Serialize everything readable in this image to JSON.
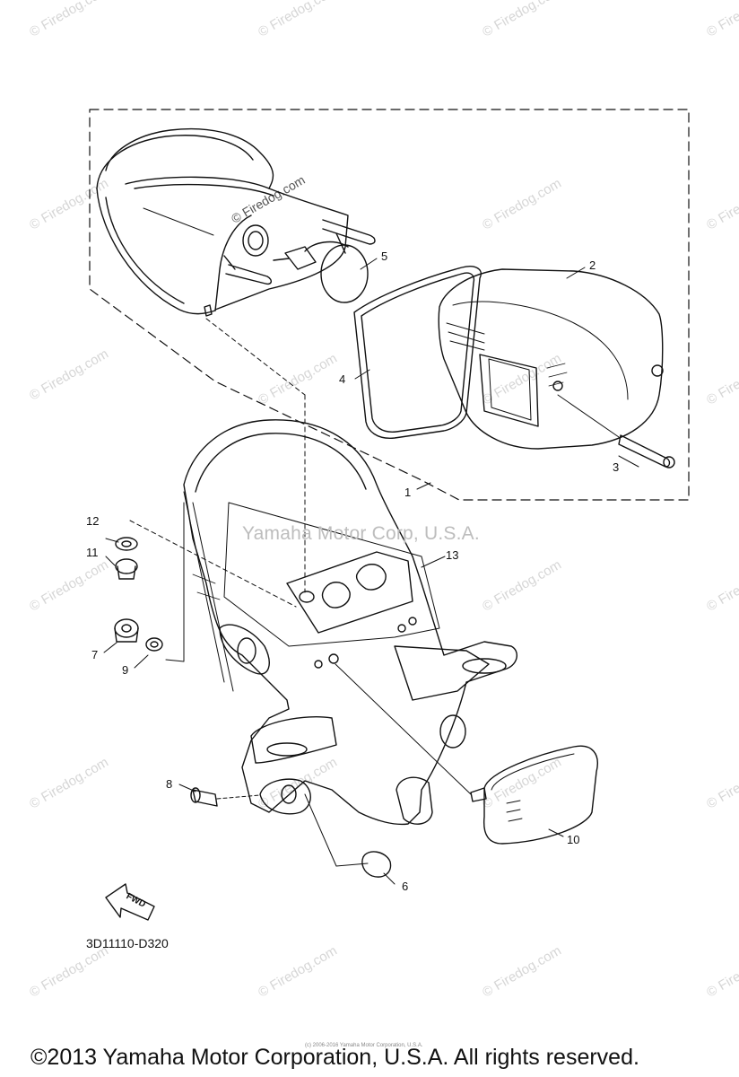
{
  "watermarks": {
    "site": "© Firedog.com",
    "center": "Yamaha Motor Corp, U.S.A."
  },
  "callouts": [
    {
      "id": "1",
      "label": "1"
    },
    {
      "id": "2",
      "label": "2"
    },
    {
      "id": "3",
      "label": "3"
    },
    {
      "id": "4",
      "label": "4"
    },
    {
      "id": "5",
      "label": "5"
    },
    {
      "id": "6",
      "label": "6"
    },
    {
      "id": "7",
      "label": "7"
    },
    {
      "id": "8",
      "label": "8"
    },
    {
      "id": "9",
      "label": "9"
    },
    {
      "id": "10",
      "label": "10"
    },
    {
      "id": "11",
      "label": "11"
    },
    {
      "id": "12",
      "label": "12"
    },
    {
      "id": "13",
      "label": "13"
    }
  ],
  "fwd_label": "FWD",
  "diagram_code": "3D11110-D320",
  "tiny_notice": "(c) 2006-2016 Yamaha Motor Corporation, U.S.A.",
  "copyright": "©2013 Yamaha Motor Corporation, U.S.A. All rights reserved."
}
